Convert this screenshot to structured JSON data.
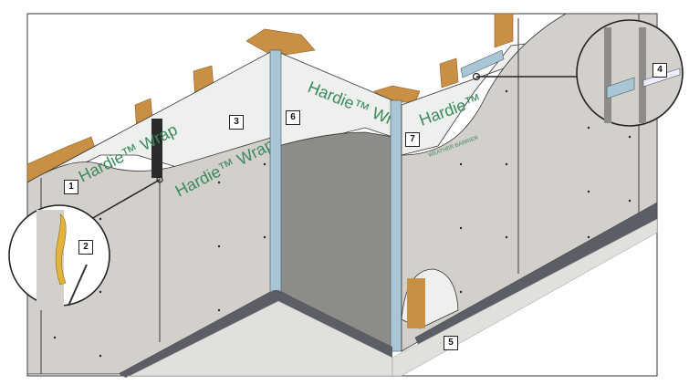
{
  "diagram": {
    "brand_text": "Hardie™ Wrap",
    "brand_short": "Hardie™",
    "brand_sub": "WEATHER BARRIER",
    "callouts": [
      "1",
      "2",
      "3",
      "4",
      "5",
      "6",
      "7"
    ],
    "colors": {
      "panel": "#d3d0cb",
      "recessed_panel": "#8e8c89",
      "wrap": "#eef0ee",
      "wrap_text": "#3a8a5c",
      "timber": "#c98f45",
      "metal_stud": "#a9c6d6",
      "track": "#5b5e66",
      "slab": "#e2e0dc"
    }
  }
}
